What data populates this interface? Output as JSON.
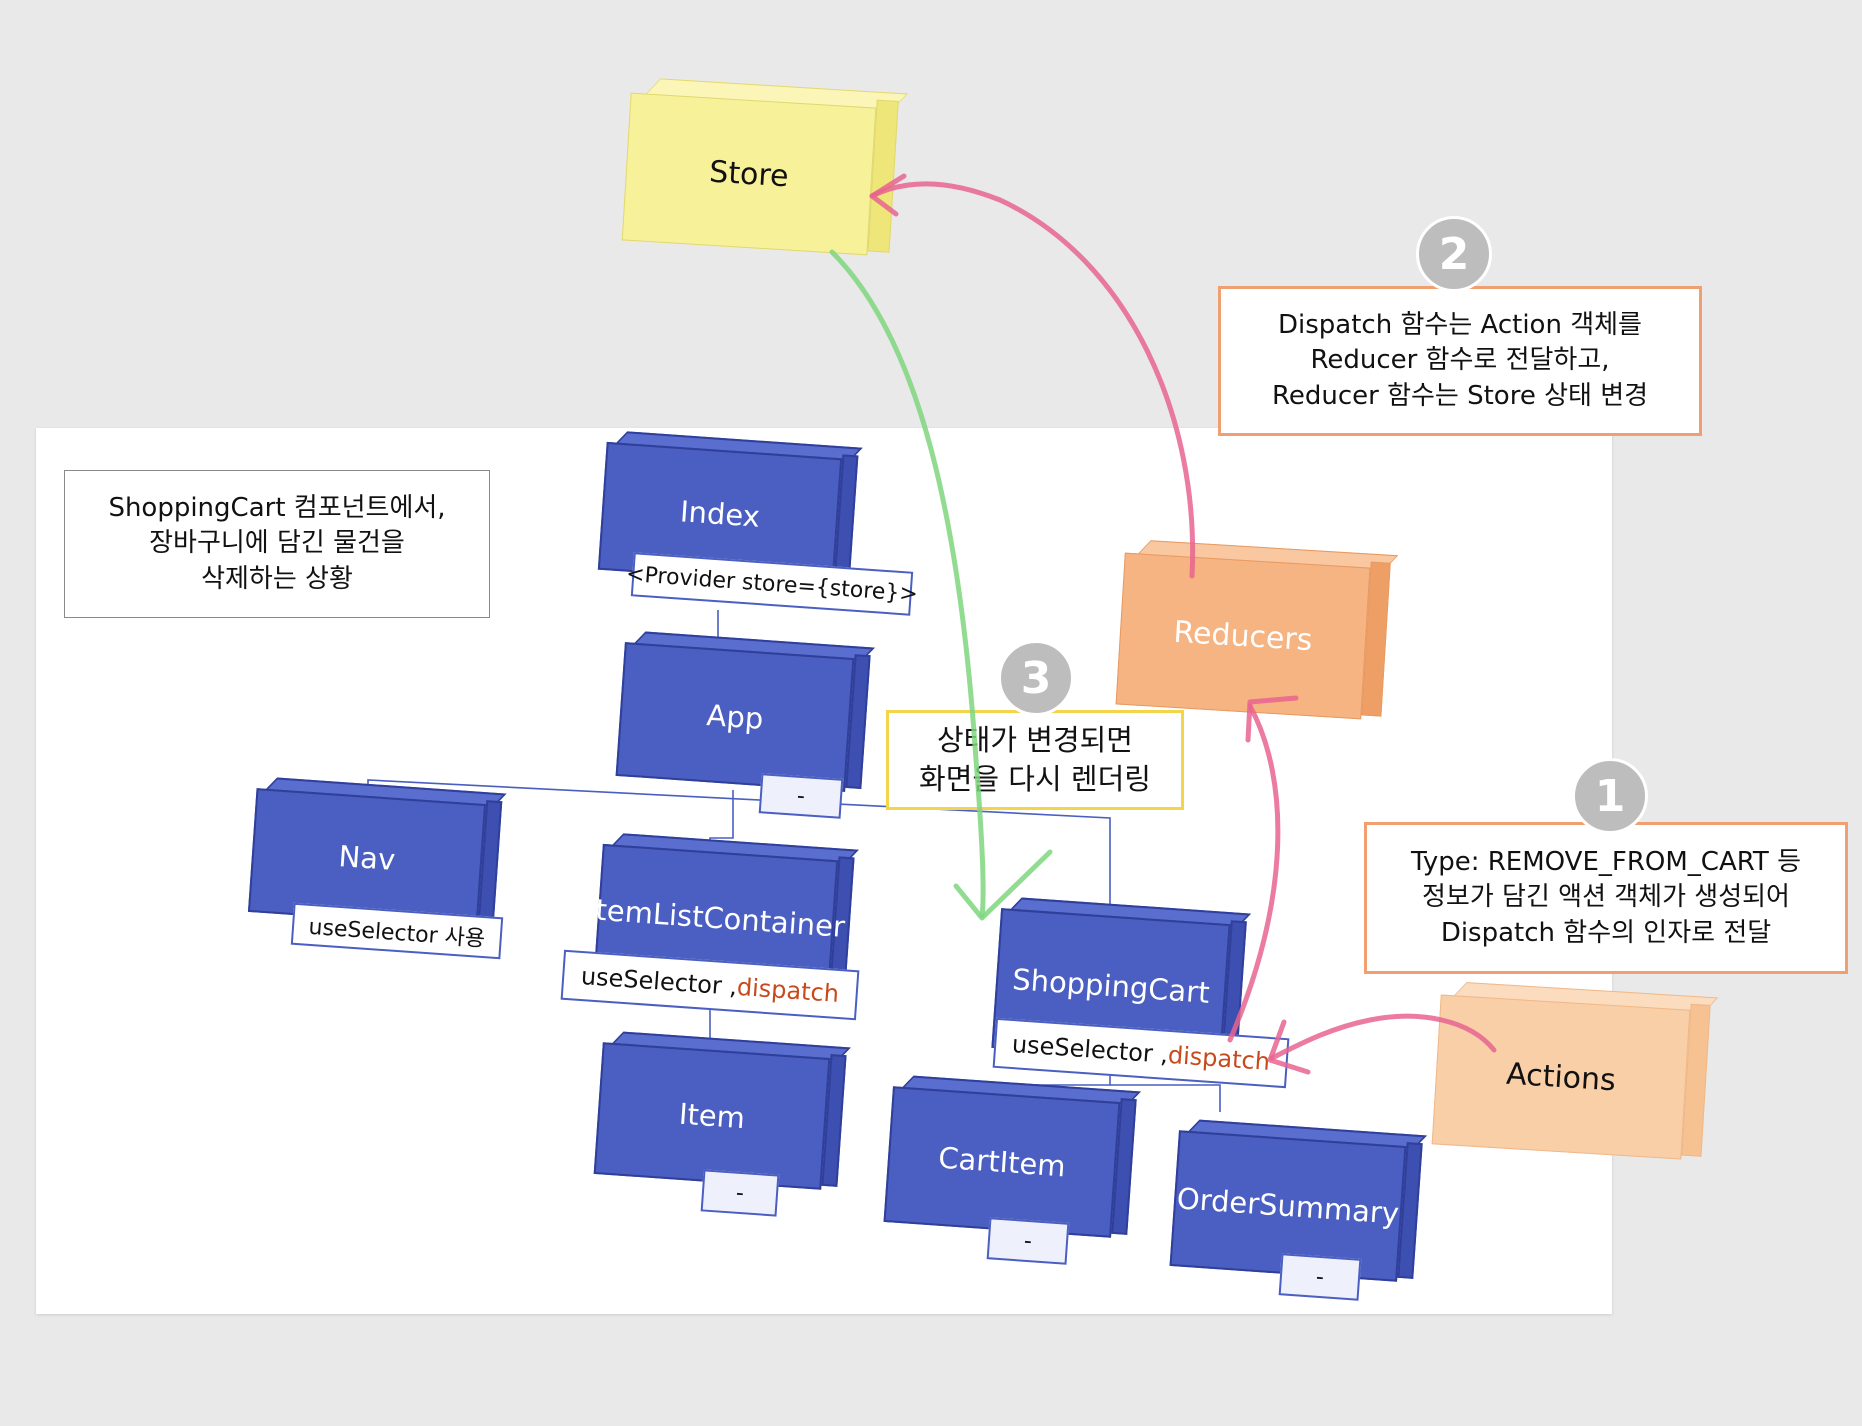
{
  "scenario_note": {
    "lines": [
      "ShoppingCart 컴포넌트에서,",
      "장바구니에 담긴 물건을",
      "삭제하는 상황"
    ]
  },
  "store": {
    "label": "Store"
  },
  "reducers": {
    "label": "Reducers"
  },
  "actions": {
    "label": "Actions"
  },
  "components": {
    "index": {
      "label": "Index",
      "tag": "<Provider store={store}>"
    },
    "app": {
      "label": "App",
      "tag": "-"
    },
    "nav": {
      "label": "Nav",
      "tag": "useSelector 사용"
    },
    "item_list_container": {
      "label": "ItemListContainer",
      "tag_use": "useSelector ,",
      "tag_dispatch": "dispatch"
    },
    "shopping_cart": {
      "label": "ShoppingCart",
      "tag_use": "useSelector ,",
      "tag_dispatch": "dispatch"
    },
    "item": {
      "label": "Item",
      "tag": "-"
    },
    "cart_item": {
      "label": "CartItem",
      "tag": "-"
    },
    "order_summary": {
      "label": "OrderSummary",
      "tag": "-"
    }
  },
  "steps": [
    {
      "number": "1",
      "lines": [
        "Type: REMOVE_FROM_CART 등",
        "정보가 담긴 액션 객체가 생성되어",
        "Dispatch 함수의 인자로 전달"
      ]
    },
    {
      "number": "2",
      "lines": [
        "Dispatch 함수는 Action 객체를",
        "Reducer 함수로 전달하고,",
        "Reducer 함수는 Store 상태 변경"
      ]
    },
    {
      "number": "3",
      "lines": [
        "상태가 변경되면",
        "화면을 다시 렌더링"
      ]
    }
  ],
  "colors": {
    "component": "#4a5fc1",
    "store": "#f7f29a",
    "reducers": "#f6b483",
    "actions": "#f9cfa8",
    "arrow_pink": "#e8648f",
    "arrow_green": "#7fd67f",
    "note_orange": "#f0a070",
    "note_yellow": "#f2d54a"
  }
}
